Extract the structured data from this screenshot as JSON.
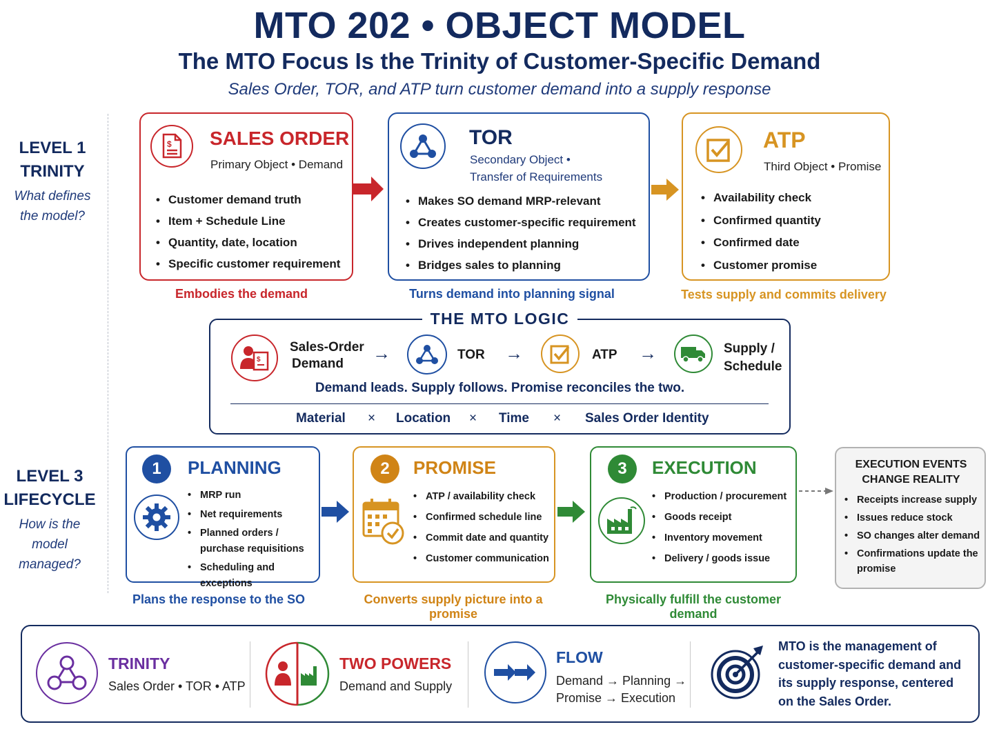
{
  "header": {
    "title": "MTO 202 • OBJECT MODEL",
    "subtitle": "The MTO Focus Is the Trinity of Customer-Specific Demand",
    "tagline": "Sales Order, TOR, and ATP turn customer demand into a supply response"
  },
  "level1": {
    "line1": "LEVEL 1",
    "line2": "TRINITY",
    "question": "What defines the model?"
  },
  "level3": {
    "line1": "LEVEL 3",
    "line2": "LIFECYCLE",
    "question": "How is the model managed?"
  },
  "trinity": {
    "sales_order": {
      "title": "SALES ORDER",
      "subtitle": "Primary Object • Demand",
      "bullets": [
        "Customer demand truth",
        "Item + Schedule Line",
        "Quantity, date, location",
        "Specific customer requirement"
      ],
      "caption": "Embodies the demand"
    },
    "tor": {
      "title": "TOR",
      "subtitle1": "Secondary Object •",
      "subtitle2": "Transfer of Requirements",
      "bullets": [
        "Makes SO demand MRP-relevant",
        "Creates customer-specific requirement",
        "Drives independent planning",
        "Bridges sales to planning"
      ],
      "caption": "Turns demand into planning signal"
    },
    "atp": {
      "title": "ATP",
      "subtitle": "Third Object • Promise",
      "bullets": [
        "Availability check",
        "Confirmed quantity",
        "Confirmed date",
        "Customer promise"
      ],
      "caption": "Tests supply and commits delivery"
    }
  },
  "mto_logic": {
    "title": "THE MTO LOGIC",
    "step1_line1": "Sales-Order",
    "step1_line2": "Demand",
    "step2": "TOR",
    "step3": "ATP",
    "step4_line1": "Supply /",
    "step4_line2": "Schedule",
    "statement": "Demand leads. Supply follows. Promise reconciles the two.",
    "dimensions": [
      "Material",
      "Location",
      "Time",
      "Sales Order Identity"
    ],
    "times": "×"
  },
  "lifecycle": {
    "planning": {
      "number": "1",
      "title": "PLANNING",
      "bullets": [
        "MRP run",
        "Net requirements",
        "Planned orders / purchase requisitions",
        "Scheduling and exceptions"
      ],
      "caption": "Plans the response to the SO"
    },
    "promise": {
      "number": "2",
      "title": "PROMISE",
      "bullets": [
        "ATP / availability check",
        "Confirmed schedule line",
        "Commit date and quantity",
        "Customer communication"
      ],
      "caption": "Converts supply picture into a promise"
    },
    "execution": {
      "number": "3",
      "title": "EXECUTION",
      "bullets": [
        "Production / procurement",
        "Goods receipt",
        "Inventory movement",
        "Delivery / goods issue"
      ],
      "caption": "Physically fulfill the customer demand"
    },
    "events": {
      "title_line1": "EXECUTION EVENTS",
      "title_line2": "CHANGE REALITY",
      "bullets": [
        "Receipts increase supply",
        "Issues reduce stock",
        "SO changes alter demand",
        "Confirmations update the promise"
      ]
    }
  },
  "footer": {
    "trinity": {
      "title": "TRINITY",
      "sub": "Sales Order • TOR • ATP"
    },
    "two_powers": {
      "title": "TWO POWERS",
      "sub": "Demand and Supply"
    },
    "flow": {
      "title": "FLOW",
      "line1": "Demand → Planning →",
      "line2": "Promise → Execution"
    },
    "summary": "MTO is the management of customer-specific demand and its supply response, centered on the Sales Order."
  },
  "colors": {
    "navy": "#132a5e",
    "red": "#c8262b",
    "blue": "#1f4fa2",
    "orange": "#d79422",
    "green": "#2f8a36",
    "purple": "#6a2fa0"
  }
}
